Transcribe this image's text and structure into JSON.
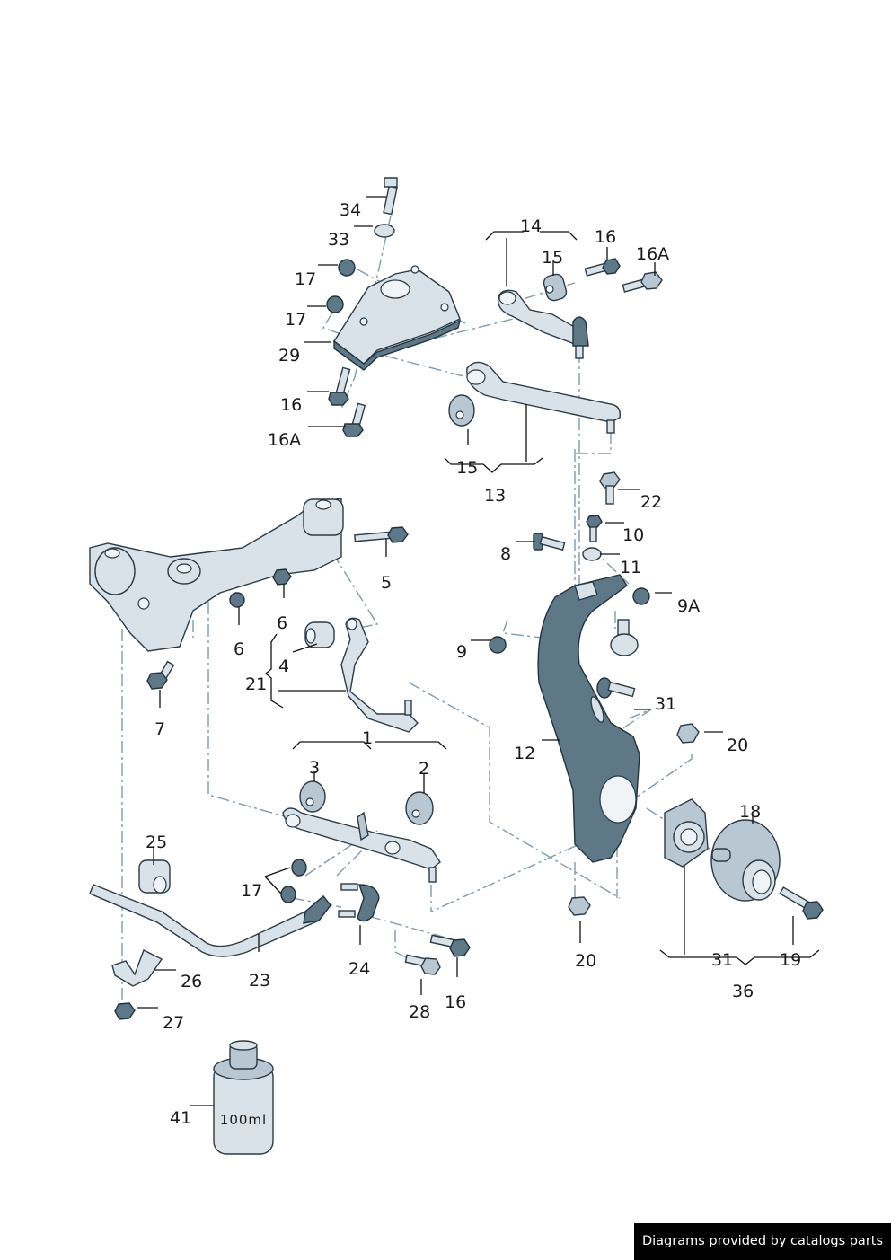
{
  "diagram": {
    "title": "Front axle suspension exploded parts diagram",
    "callouts": [
      {
        "id": "c34",
        "text": "34"
      },
      {
        "id": "c33",
        "text": "33"
      },
      {
        "id": "c17a",
        "text": "17"
      },
      {
        "id": "c17b",
        "text": "17"
      },
      {
        "id": "c29",
        "text": "29"
      },
      {
        "id": "c16a",
        "text": "16"
      },
      {
        "id": "c16Aa",
        "text": "16A"
      },
      {
        "id": "c14",
        "text": "14"
      },
      {
        "id": "c15a",
        "text": "15"
      },
      {
        "id": "c16b",
        "text": "16"
      },
      {
        "id": "c16Ab",
        "text": "16A"
      },
      {
        "id": "c15b",
        "text": "15"
      },
      {
        "id": "c13",
        "text": "13"
      },
      {
        "id": "c22",
        "text": "22"
      },
      {
        "id": "c10",
        "text": "10"
      },
      {
        "id": "c8",
        "text": "8"
      },
      {
        "id": "c11",
        "text": "11"
      },
      {
        "id": "c9A",
        "text": "9A"
      },
      {
        "id": "c9",
        "text": "9"
      },
      {
        "id": "c5",
        "text": "5"
      },
      {
        "id": "c6a",
        "text": "6"
      },
      {
        "id": "c6b",
        "text": "6"
      },
      {
        "id": "c4",
        "text": "4"
      },
      {
        "id": "c21",
        "text": "21"
      },
      {
        "id": "c7",
        "text": "7"
      },
      {
        "id": "c31a",
        "text": "31"
      },
      {
        "id": "c12",
        "text": "12"
      },
      {
        "id": "c20a",
        "text": "20"
      },
      {
        "id": "c1",
        "text": "1"
      },
      {
        "id": "c3",
        "text": "3"
      },
      {
        "id": "c2",
        "text": "2"
      },
      {
        "id": "c18",
        "text": "18"
      },
      {
        "id": "c25",
        "text": "25"
      },
      {
        "id": "c17c",
        "text": "17"
      },
      {
        "id": "c26",
        "text": "26"
      },
      {
        "id": "c23",
        "text": "23"
      },
      {
        "id": "c24",
        "text": "24"
      },
      {
        "id": "c27",
        "text": "27"
      },
      {
        "id": "c28",
        "text": "28"
      },
      {
        "id": "c16c",
        "text": "16"
      },
      {
        "id": "c20b",
        "text": "20"
      },
      {
        "id": "c31b",
        "text": "31"
      },
      {
        "id": "c19",
        "text": "19"
      },
      {
        "id": "c36",
        "text": "36"
      },
      {
        "id": "c41",
        "text": "41"
      }
    ],
    "bottle_label": "100ml"
  },
  "colors": {
    "part_light": "#d9e2e8",
    "part_dark": "#5f7888",
    "leader_line": "#111111",
    "assembly_line": "#7f9aaf",
    "credit_bg": "#000000",
    "credit_text": "#ffffff"
  },
  "credit": {
    "text": "Diagrams provided by catalogs parts"
  }
}
